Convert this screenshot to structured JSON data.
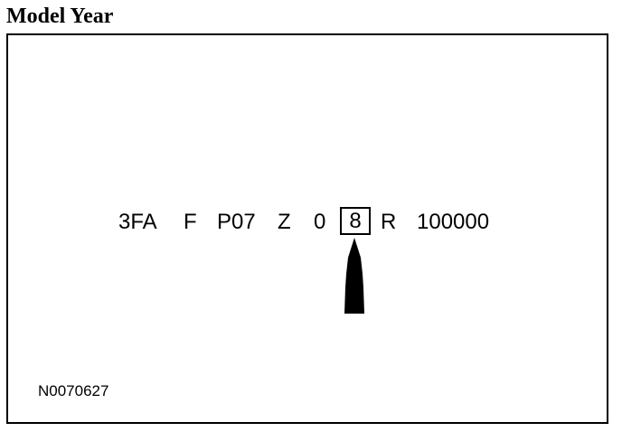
{
  "title": "Model Year",
  "vin_segments": [
    "3FA",
    "F",
    "P07",
    "Z",
    "0",
    "8",
    "R",
    "100000"
  ],
  "highlighted_segment_index": 5,
  "figure_code": "N0070627",
  "colors": {
    "ink": "#000000",
    "background": "#ffffff"
  },
  "icons": {
    "pointer": "up-arrow-icon"
  }
}
